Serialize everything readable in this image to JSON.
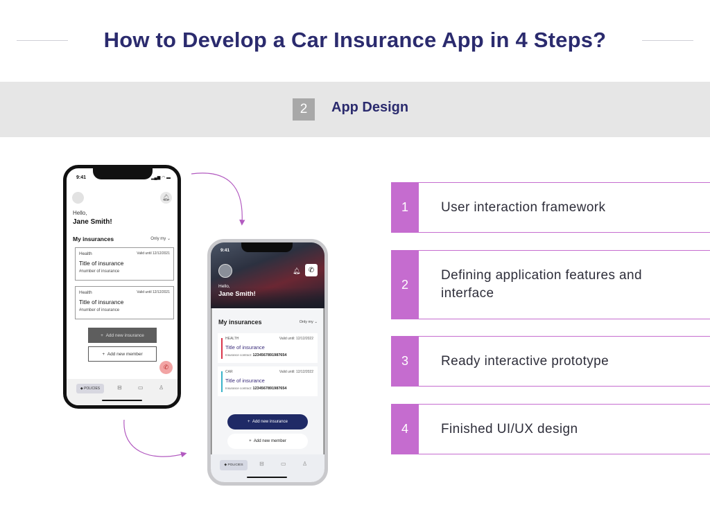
{
  "title": "How to Develop a Car Insurance App in 4 Steps?",
  "step": {
    "number": "2",
    "label": "App Design"
  },
  "list": [
    {
      "number": "1",
      "text": "User interaction framework"
    },
    {
      "number": "2",
      "text": "Defining application features and interface"
    },
    {
      "number": "3",
      "text": "Ready interactive prototype"
    },
    {
      "number": "4",
      "text": "Finished UI/UX design"
    }
  ],
  "colors": {
    "accent": "#c56ccf",
    "title": "#2b2b6e",
    "band": "#e6e6e6",
    "primary_button": "#1f2a66"
  },
  "wireframe": {
    "time": "9:41",
    "hello": "Hello,",
    "name": "Jane Smith!",
    "my_insurances": "My insurances",
    "filter": "Only my",
    "cards": [
      {
        "category": "Health",
        "valid": "Valid until 12/12/2021",
        "title": "Title of insurance",
        "number": "#number of insurance"
      },
      {
        "category": "Health",
        "valid": "Valid until 12/12/2021",
        "title": "Title of insurance",
        "number": "#number of insurance"
      }
    ],
    "add_insurance": "Add new insurance",
    "add_member": "Add new member",
    "nav_policies": "POLICIES"
  },
  "design": {
    "time": "9:41",
    "hello": "Hello,",
    "name": "Jane Smith!",
    "my_insurances": "My insurances",
    "filter": "Only my",
    "cards": [
      {
        "category": "HEALTH",
        "valid": "Valid until: 12/12/2022",
        "title": "Title of insurance",
        "contract_label": "Insurance contract:",
        "contract": "1234567891987654",
        "color": "#d9344a"
      },
      {
        "category": "CAR",
        "valid": "Valid until: 12/12/2022",
        "title": "Title of insurance",
        "contract_label": "Insurance contract:",
        "contract": "1234567891987654",
        "color": "#3ab3c9"
      }
    ],
    "add_insurance": "Add new insurance",
    "add_member": "Add new member",
    "nav_policies": "POLICIES"
  }
}
